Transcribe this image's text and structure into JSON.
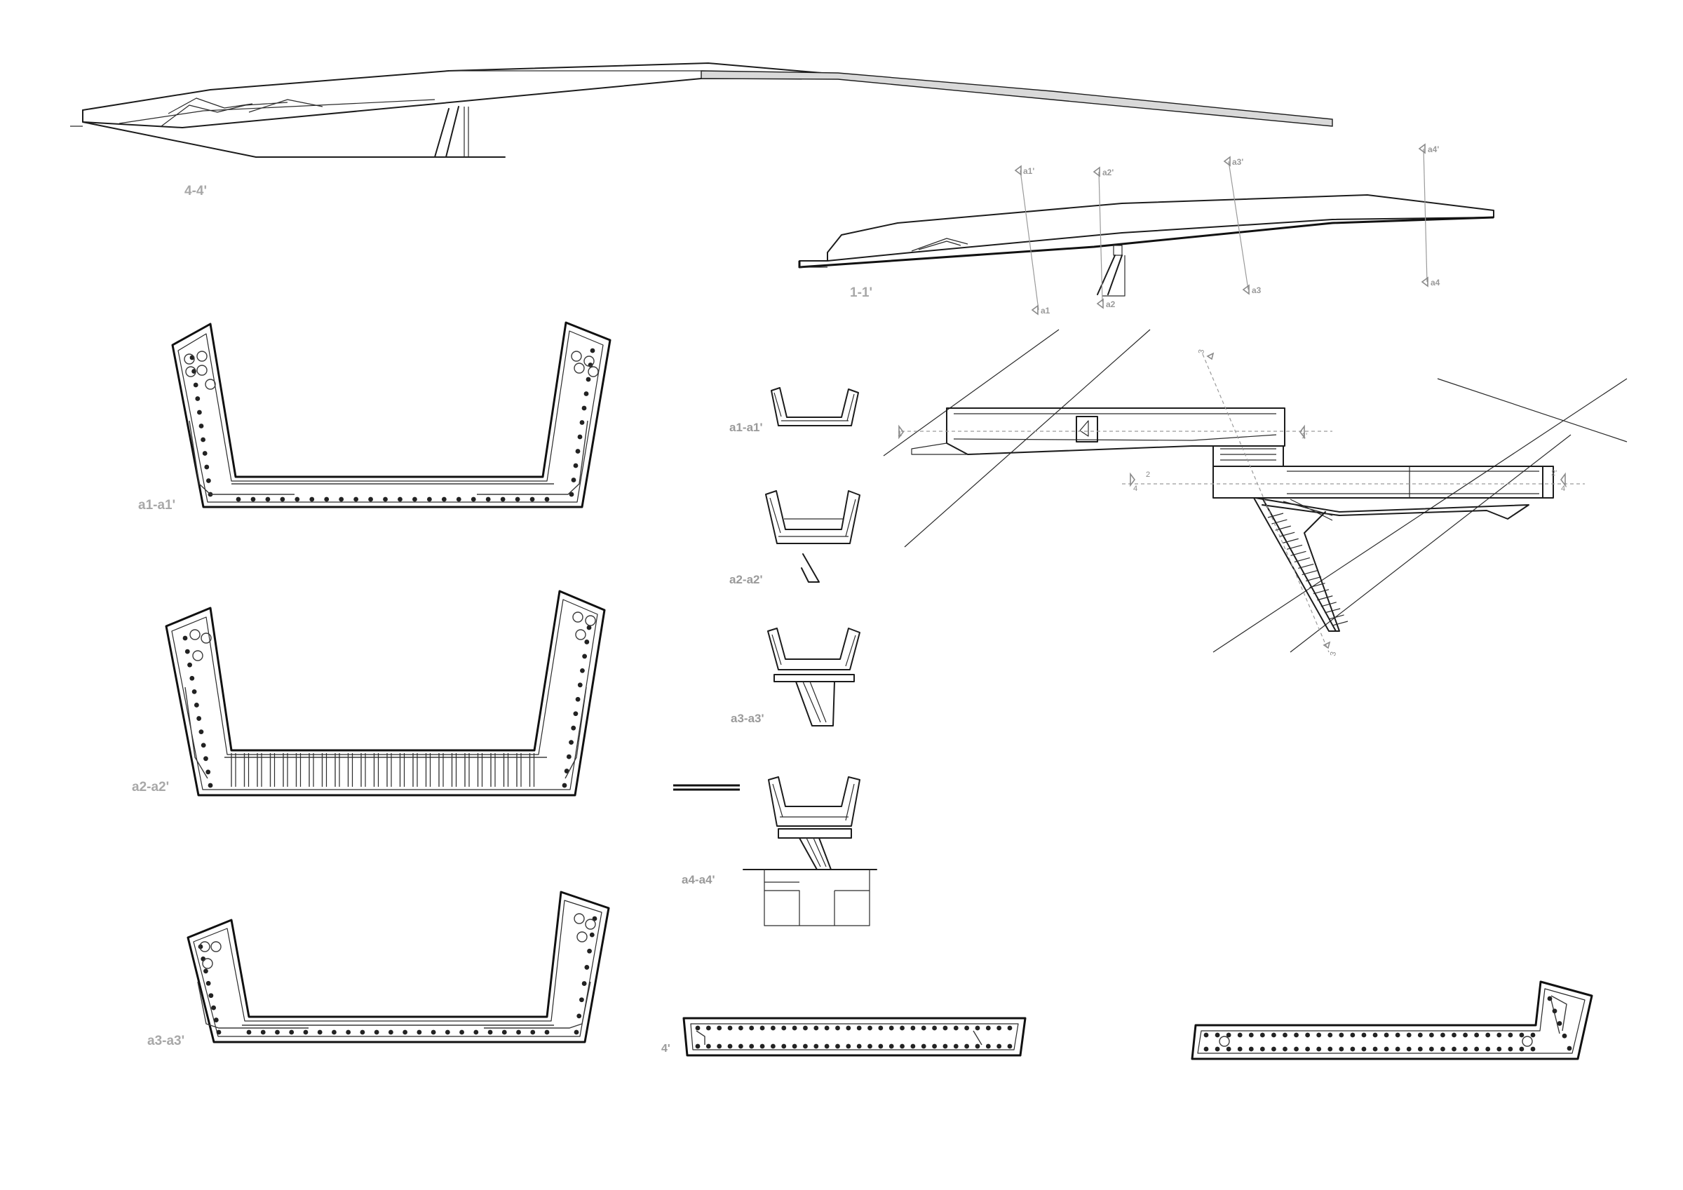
{
  "sheet": {
    "labels": {
      "elevation_4": "4-4'",
      "elevation_1": "1-1'",
      "section_a1_large": "a1-a1'",
      "section_a2_large": "a2-a2'",
      "section_a3_large": "a3-a3'",
      "section_a1_small": "a1-a1'",
      "section_a2_small": "a2-a2'",
      "section_a3_small": "a3-a3'",
      "section_a4_small": "a4-a4'",
      "section_4_slab": "4'"
    },
    "cut_markers": {
      "a1_top": "a1'",
      "a1_bottom": "a1",
      "a2_top": "a2'",
      "a2_bottom": "a2",
      "a3_top": "a3'",
      "a3_bottom": "a3",
      "a4_top": "a4'",
      "a4_bottom": "a4"
    },
    "plan_markers": {
      "m1_left": "1",
      "m1_right": "1'",
      "m2_left": "2",
      "m2_right": "2'",
      "m4_left": "4",
      "m4_right": "4'",
      "m3_top": "3",
      "m3_bottom": "3"
    }
  }
}
